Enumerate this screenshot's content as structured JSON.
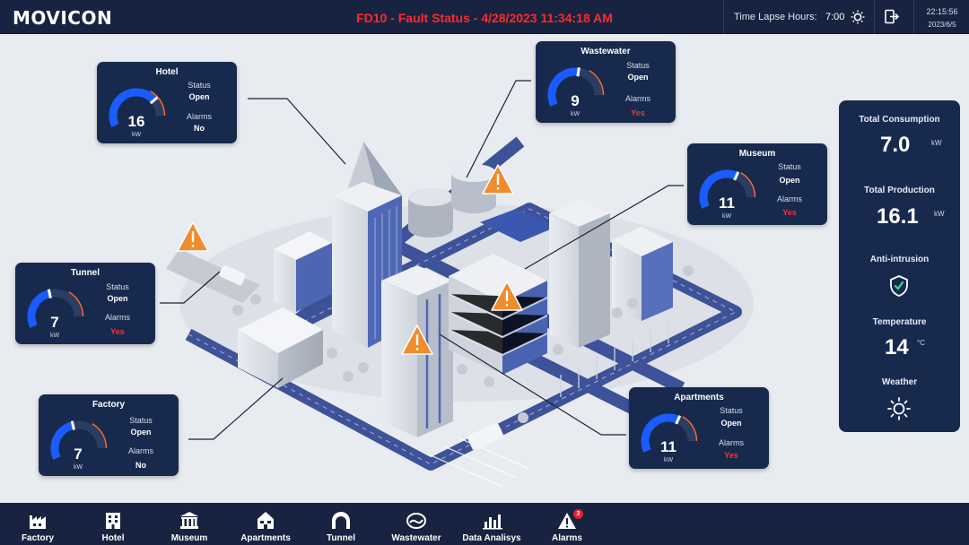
{
  "header": {
    "logo": "Movicon",
    "fault_status": "FD10 - Fault Status - 4/28/2023 11:34:18 AM",
    "time_lapse_label": "Time Lapse Hours:",
    "time_lapse_value": "7:00",
    "clock_time": "22:15:56",
    "clock_date": "2023/6/5",
    "icons": [
      "sun-icon",
      "logout-icon"
    ]
  },
  "colors": {
    "header_bg": "#172340",
    "panel_bg": "#172a4d",
    "gauge_fill": "#1a5cff",
    "alarm_red": "#ff3030",
    "fault_red": "#ff2a2a",
    "warning_orange": "#ef8c2e"
  },
  "labels": {
    "status": "Status",
    "alarms": "Alarms",
    "unit": "kW"
  },
  "panels": {
    "hotel": {
      "title": "Hotel",
      "value": "16",
      "level": 0.8,
      "status": "Open",
      "alarms": "No"
    },
    "wastewater": {
      "title": "Wastewater",
      "value": "9",
      "level": 0.6,
      "status": "Open",
      "alarms": "Yes"
    },
    "museum": {
      "title": "Museum",
      "value": "11",
      "level": 0.68,
      "status": "Open",
      "alarms": "Yes"
    },
    "tunnel": {
      "title": "Tunnel",
      "value": "7",
      "level": 0.5,
      "status": "Open",
      "alarms": "Yes"
    },
    "factory": {
      "title": "Factory",
      "value": "7",
      "level": 0.5,
      "status": "Open",
      "alarms": "No"
    },
    "apartments": {
      "title": "Apartments",
      "value": "11",
      "level": 0.68,
      "status": "Open",
      "alarms": "Yes"
    }
  },
  "summary": {
    "total_consumption_label": "Total Consumption",
    "total_consumption_value": "7.0",
    "total_consumption_unit": "kW",
    "total_production_label": "Total Production",
    "total_production_value": "16.1",
    "total_production_unit": "kW",
    "anti_intrusion_label": "Anti-intrusion",
    "temperature_label": "Temperature",
    "temperature_value": "14",
    "temperature_unit": "°C",
    "weather_label": "Weather",
    "icons": [
      "shield-check-icon",
      "sun-icon"
    ]
  },
  "nav": {
    "items": [
      {
        "label": "Factory",
        "icon": "factory-icon"
      },
      {
        "label": "Hotel",
        "icon": "hotel-icon"
      },
      {
        "label": "Museum",
        "icon": "museum-icon"
      },
      {
        "label": "Apartments",
        "icon": "apartments-icon"
      },
      {
        "label": "Tunnel",
        "icon": "tunnel-icon"
      },
      {
        "label": "Wastewater",
        "icon": "wastewater-icon"
      },
      {
        "label": "Data Analisys",
        "icon": "chart-icon"
      },
      {
        "label": "Alarms",
        "icon": "alarm-icon"
      }
    ],
    "alarm_count": "3"
  }
}
